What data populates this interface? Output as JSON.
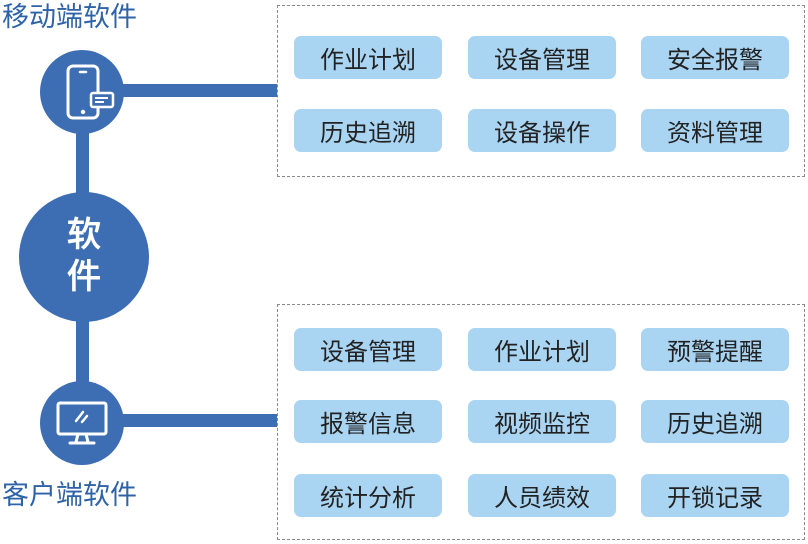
{
  "center": {
    "line1": "软",
    "line2": "件"
  },
  "mobile": {
    "title": "移动端软件",
    "icon": "smartphone-icon",
    "items": [
      "作业计划",
      "设备管理",
      "安全报警",
      "历史追溯",
      "设备操作",
      "资料管理"
    ]
  },
  "client": {
    "title": "客户端软件",
    "icon": "monitor-icon",
    "items": [
      "设备管理",
      "作业计划",
      "预警提醒",
      "报警信息",
      "视频监控",
      "历史追溯",
      "统计分析",
      "人员绩效",
      "开锁记录"
    ]
  },
  "colors": {
    "primary": "#3d6eb4",
    "chip": "#a9d5f3",
    "title": "#2e63a8"
  }
}
